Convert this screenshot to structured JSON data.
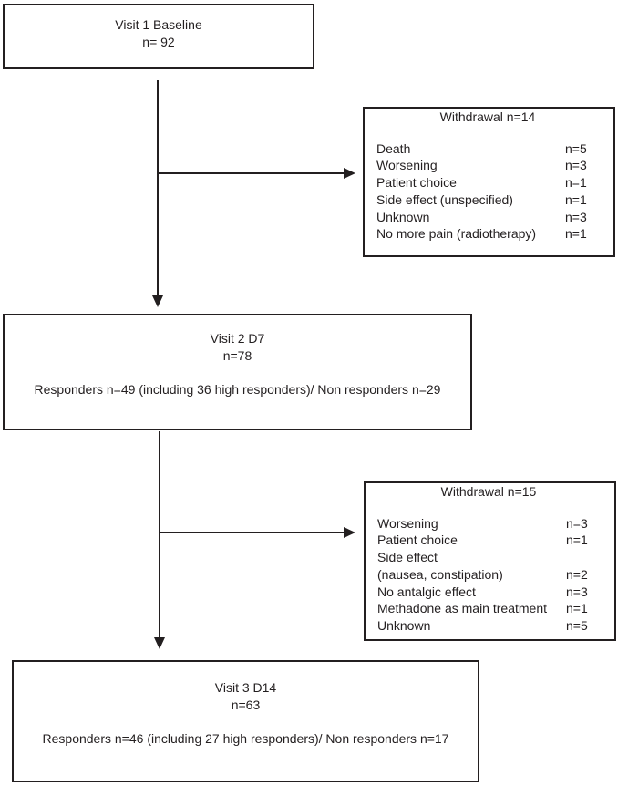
{
  "figure": {
    "boxes": {
      "visit1": {
        "title": "Visit 1 Baseline",
        "n": "n= 92"
      },
      "withdrawal1": {
        "title": "Withdrawal n=14",
        "items": [
          {
            "label": "Death",
            "value": "n=5"
          },
          {
            "label": "Worsening",
            "value": "n=3"
          },
          {
            "label": "Patient choice",
            "value": "n=1"
          },
          {
            "label": "Side effect (unspecified)",
            "value": "n=1"
          },
          {
            "label": "Unknown",
            "value": "n=3"
          },
          {
            "label": "No more pain (radiotherapy)",
            "value": "n=1"
          }
        ]
      },
      "visit2": {
        "title": "Visit 2 D7",
        "n": "n=78",
        "detail": "Responders n=49 (including 36 high responders)/ Non responders n=29"
      },
      "withdrawal2": {
        "title": "Withdrawal n=15",
        "items": [
          {
            "label": "Worsening",
            "value": "n=3"
          },
          {
            "label": "Patient choice",
            "value": "n=1"
          },
          {
            "label": "Side effect",
            "value": ""
          },
          {
            "label": "(nausea, constipation)",
            "value": "n=2"
          },
          {
            "label": "No antalgic effect",
            "value": "n=3"
          },
          {
            "label": "Methadone as main treatment",
            "value": "n=1"
          },
          {
            "label": "Unknown",
            "value": "n=5"
          }
        ]
      },
      "visit3": {
        "title": "Visit 3 D14",
        "n": "n=63",
        "detail": "Responders n=46 (including 27 high responders)/ Non responders n=17"
      }
    },
    "colors": {
      "line": "#231f20",
      "text": "#231f20",
      "background": "#ffffff"
    }
  }
}
